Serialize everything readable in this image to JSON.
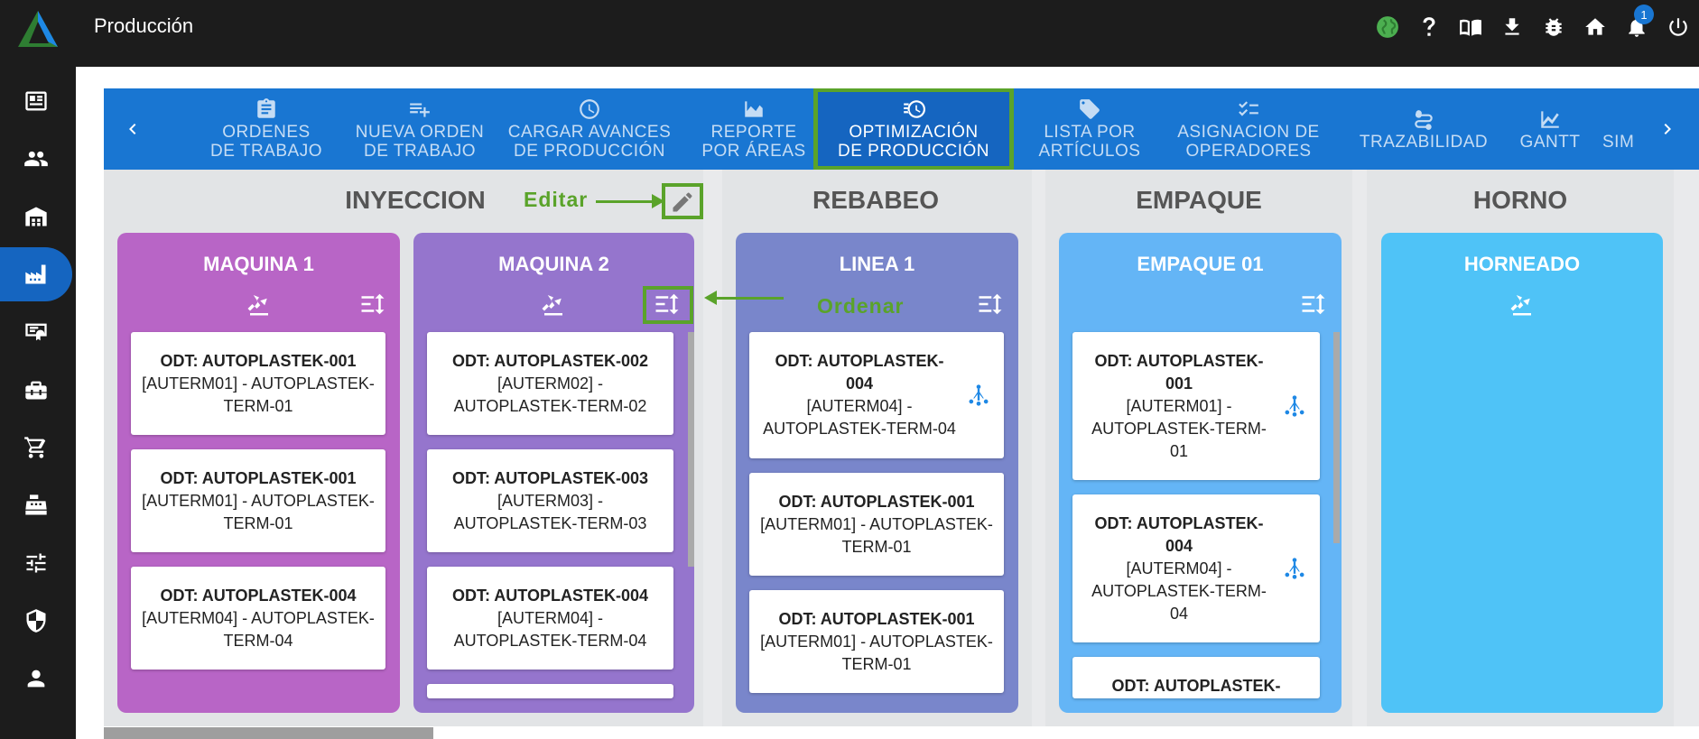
{
  "app": {
    "title": "Producción"
  },
  "header": {
    "notifications_count": "1",
    "icons": [
      "globe-icon",
      "help-icon",
      "book-icon",
      "download-icon",
      "bug-icon",
      "home-icon",
      "bell-icon",
      "power-icon"
    ]
  },
  "sidebar": {
    "items": [
      "news-icon",
      "users-icon",
      "warehouse-icon",
      "factory-icon",
      "certificate-icon",
      "toolbox-icon",
      "cart-icon",
      "cash-register-icon",
      "sliders-icon",
      "shield-icon",
      "user-icon"
    ],
    "active_index": 3
  },
  "tabs": [
    {
      "line1": "ORDENES",
      "line2": "DE TRABAJO"
    },
    {
      "line1": "NUEVA ORDEN",
      "line2": "DE TRABAJO"
    },
    {
      "line1": "CARGAR AVANCES",
      "line2": "DE PRODUCCIÓN"
    },
    {
      "line1": "REPORTE",
      "line2": "POR ÁREAS"
    },
    {
      "line1": "OPTIMIZACIÓN",
      "line2": "DE PRODUCCIÓN"
    },
    {
      "line1": "LISTA POR",
      "line2": "ARTÍCULOS"
    },
    {
      "line1": "ASIGNACION DE",
      "line2": "OPERADORES"
    },
    {
      "line1": "TRAZABILIDAD",
      "line2": ""
    },
    {
      "line1": "GANTT",
      "line2": ""
    },
    {
      "line1": "SIM",
      "line2": ""
    }
  ],
  "active_tab": 4,
  "areas": [
    "INYECCION",
    "REBABEO",
    "EMPAQUE",
    "HORNO"
  ],
  "machines": [
    {
      "name": "MAQUINA 1",
      "color": "#b865c6",
      "cards": [
        {
          "title": "ODT: AUTOPLASTEK-001",
          "l1": "[AUTERM01] - AUTOPLASTEK-",
          "l2": "TERM-01"
        },
        {
          "title": "ODT: AUTOPLASTEK-001",
          "l1": "[AUTERM01] - AUTOPLASTEK-",
          "l2": "TERM-01"
        },
        {
          "title": "ODT: AUTOPLASTEK-004",
          "l1": "[AUTERM04] - AUTOPLASTEK-",
          "l2": "TERM-04"
        }
      ]
    },
    {
      "name": "MAQUINA 2",
      "color": "#9575cd",
      "cards": [
        {
          "title": "ODT: AUTOPLASTEK-002",
          "l1": "[AUTERM02] -",
          "l2": "AUTOPLASTEK-TERM-02"
        },
        {
          "title": "ODT: AUTOPLASTEK-003",
          "l1": "[AUTERM03] -",
          "l2": "AUTOPLASTEK-TERM-03"
        },
        {
          "title": "ODT: AUTOPLASTEK-004",
          "l1": "[AUTERM04] -",
          "l2": "AUTOPLASTEK-TERM-04"
        }
      ]
    },
    {
      "name": "LINEA 1",
      "color": "#7986cb",
      "cards": [
        {
          "title1": "ODT: AUTOPLASTEK-",
          "title2": "004",
          "l1": "[AUTERM04] -",
          "l2": "AUTOPLASTEK-TERM-04"
        },
        {
          "title": "ODT: AUTOPLASTEK-001",
          "l1": "[AUTERM01] - AUTOPLASTEK-",
          "l2": "TERM-01"
        },
        {
          "title": "ODT: AUTOPLASTEK-001",
          "l1": "[AUTERM01] - AUTOPLASTEK-",
          "l2": "TERM-01"
        }
      ]
    },
    {
      "name": "EMPAQUE 01",
      "color": "#64b5f6",
      "cards": [
        {
          "title1": "ODT: AUTOPLASTEK-",
          "title2": "001",
          "l1": "[AUTERM01] -",
          "l2": "AUTOPLASTEK-TERM-",
          "l3": "01"
        },
        {
          "title1": "ODT: AUTOPLASTEK-",
          "title2": "004",
          "l1": "[AUTERM04] -",
          "l2": "AUTOPLASTEK-TERM-",
          "l3": "04"
        },
        {
          "title1": "ODT: AUTOPLASTEK-"
        }
      ]
    },
    {
      "name": "HORNEADO",
      "color": "#4fc3f7",
      "cards": []
    }
  ],
  "annotations": {
    "edit_label": "Editar",
    "sort_label": "Ordenar"
  }
}
